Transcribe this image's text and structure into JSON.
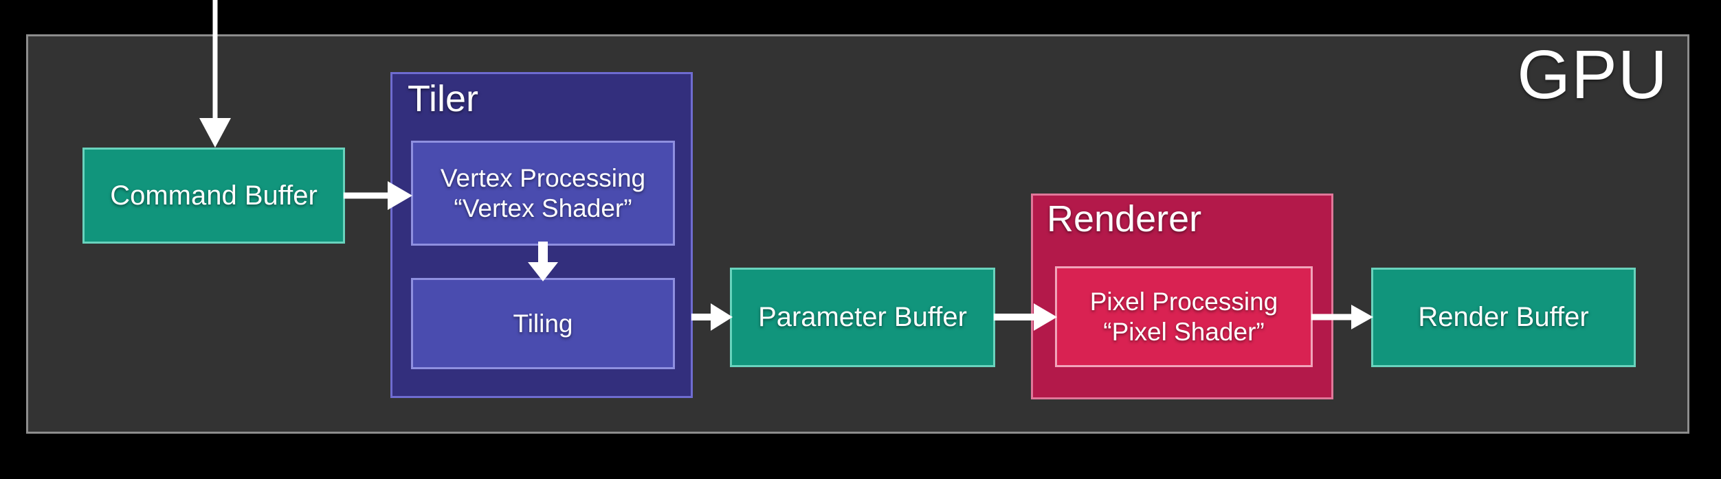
{
  "diagram": {
    "title": "GPU",
    "panel": {
      "label": "GPU",
      "background_color": "#333333",
      "border_color": "#8d8d8d"
    },
    "colors": {
      "background": "#000000",
      "panel_fill": "#333333",
      "panel_border": "#8d8d8d",
      "buffer_fill": "#11957c",
      "buffer_border": "#69d3bd",
      "tiler_fill": "#332f7d",
      "tiler_border": "#6f6cd0",
      "tiler_inner_fill": "#4a4caf",
      "tiler_inner_border": "#8f90e0",
      "renderer_fill": "#b3194a",
      "renderer_border": "#e0789a",
      "renderer_inner_fill": "#d92252",
      "renderer_inner_border": "#f1a4ba",
      "arrow": "#ffffff",
      "text": "#ffffff"
    },
    "nodes": {
      "command_buffer": {
        "label": "Command Buffer",
        "kind": "buffer"
      },
      "tiler": {
        "label": "Tiler",
        "kind": "group"
      },
      "vertex_processing": {
        "line1": "Vertex Processing",
        "line2": "“Vertex Shader”",
        "kind": "stage"
      },
      "tiling": {
        "label": "Tiling",
        "kind": "stage"
      },
      "parameter_buffer": {
        "label": "Parameter Buffer",
        "kind": "buffer"
      },
      "renderer": {
        "label": "Renderer",
        "kind": "group"
      },
      "pixel_processing": {
        "line1": "Pixel Processing",
        "line2": "“Pixel Shader”",
        "kind": "stage"
      },
      "render_buffer": {
        "label": "Render Buffer",
        "kind": "buffer"
      }
    },
    "edges": [
      {
        "id": "incoming-to-command-buffer",
        "from": "(external)",
        "to": "command_buffer",
        "direction": "down"
      },
      {
        "id": "command-buffer-to-vertex-processing",
        "from": "command_buffer",
        "to": "vertex_processing",
        "direction": "right"
      },
      {
        "id": "vertex-processing-to-tiling",
        "from": "vertex_processing",
        "to": "tiling",
        "direction": "down"
      },
      {
        "id": "tiling-to-parameter-buffer",
        "from": "tiling",
        "to": "parameter_buffer",
        "direction": "right"
      },
      {
        "id": "parameter-buffer-to-pixel-processing",
        "from": "parameter_buffer",
        "to": "pixel_processing",
        "direction": "right"
      },
      {
        "id": "pixel-processing-to-render-buffer",
        "from": "pixel_processing",
        "to": "render_buffer",
        "direction": "right"
      }
    ]
  }
}
